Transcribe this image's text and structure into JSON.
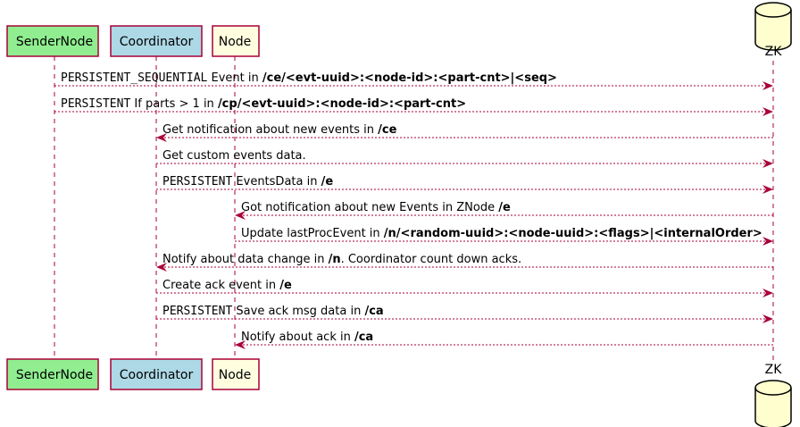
{
  "participants": [
    {
      "id": "sender",
      "label": "SenderNode",
      "fill": "#90ee90",
      "shape": "box"
    },
    {
      "id": "coord",
      "label": "Coordinator",
      "fill": "#add8e6",
      "shape": "box"
    },
    {
      "id": "node",
      "label": "Node",
      "fill": "#ffffe0",
      "shape": "box"
    },
    {
      "id": "zk",
      "label": "ZK",
      "fill": "#fefece",
      "shape": "database"
    }
  ],
  "messages": [
    {
      "from": "sender",
      "to": "zk",
      "segments": [
        {
          "t": "PERSISTENT_SEQUENTIAL",
          "mono": true
        },
        {
          "t": " Event in "
        },
        {
          "t": "/ce/<evt-uuid>:<node-id>:<part-cnt>|<seq>",
          "bold": true
        }
      ]
    },
    {
      "from": "sender",
      "to": "zk",
      "segments": [
        {
          "t": "PERSISTENT",
          "mono": true
        },
        {
          "t": " If parts > 1 in "
        },
        {
          "t": "/cp/<evt-uuid>:<node-id>:<part-cnt>",
          "bold": true
        }
      ]
    },
    {
      "from": "zk",
      "to": "coord",
      "segments": [
        {
          "t": "Get notification about new events in "
        },
        {
          "t": "/ce",
          "bold": true
        }
      ]
    },
    {
      "from": "coord",
      "to": "zk",
      "segments": [
        {
          "t": "Get custom events data."
        }
      ]
    },
    {
      "from": "coord",
      "to": "zk",
      "segments": [
        {
          "t": "PERSISTENT",
          "mono": true
        },
        {
          "t": " EventsData in "
        },
        {
          "t": "/e",
          "bold": true
        }
      ]
    },
    {
      "from": "zk",
      "to": "node",
      "segments": [
        {
          "t": "Got notification about new Events in ZNode "
        },
        {
          "t": "/e",
          "bold": true
        }
      ]
    },
    {
      "from": "node",
      "to": "zk",
      "segments": [
        {
          "t": "Update lastProcEvent in "
        },
        {
          "t": "/n/<random-uuid>:<node-uuid>:<flags>|<internalOrder>",
          "bold": true
        }
      ]
    },
    {
      "from": "zk",
      "to": "coord",
      "segments": [
        {
          "t": "Notify about data change in "
        },
        {
          "t": "/n",
          "bold": true
        },
        {
          "t": ". Coordinator count down acks."
        }
      ]
    },
    {
      "from": "coord",
      "to": "zk",
      "segments": [
        {
          "t": "Create ack event in "
        },
        {
          "t": "/e",
          "bold": true
        }
      ]
    },
    {
      "from": "coord",
      "to": "zk",
      "segments": [
        {
          "t": "PERSISTENT",
          "mono": true
        },
        {
          "t": " Save ack msg data in "
        },
        {
          "t": "/ca",
          "bold": true
        }
      ]
    },
    {
      "from": "zk",
      "to": "node",
      "segments": [
        {
          "t": "Notify about ack in "
        },
        {
          "t": "/ca",
          "bold": true
        }
      ]
    }
  ],
  "colors": {
    "arrow": "#a80036",
    "border": "#a80036",
    "lifeline": "#a80036",
    "text": "#000000"
  }
}
